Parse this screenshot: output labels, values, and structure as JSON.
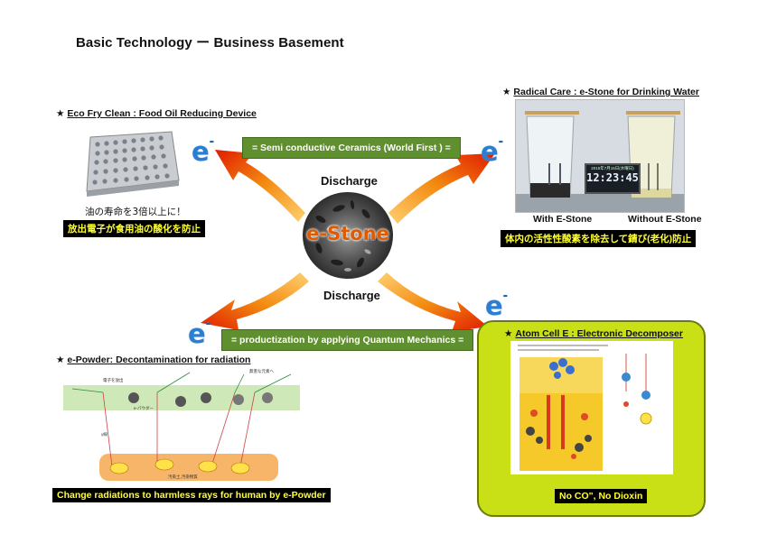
{
  "title": "Basic Technology  ー  Business Basement",
  "center": {
    "stone_label": "e-Stone",
    "discharge_top": "Discharge",
    "discharge_bottom": "Discharge"
  },
  "electron_symbol": "e",
  "electron_superscript": "-",
  "banners": {
    "top": "= Semi conductive Ceramics (World First ) =",
    "bottom": "= productization by applying Quantum Mechanics ="
  },
  "eco_fry": {
    "star": "★",
    "heading": "Eco Fry Clean : Food Oil Reducing Device",
    "jp_line": "油の寿命を3倍以上に！",
    "highlight": "放出電子が食用油の酸化を防止"
  },
  "radical_care": {
    "star": "★",
    "heading": "Radical Care : e-Stone for Drinking Water",
    "clock": "12:23:45",
    "clock_date": "2015年7月15日(水曜日)",
    "with_label": "With E-Stone",
    "without_label": "Without E-Stone",
    "highlight": "体内の活性性酸素を除去して錆び(老化)防止"
  },
  "e_powder": {
    "star": "★",
    "heading": "e-Powder: Decontamination for radiation",
    "diagram_labels": {
      "electron_release": "電子を放出",
      "powder": "e-パウダー",
      "harmless": "無害な元素へ",
      "soil": "汚染土,汚染物質",
      "ray_label": "γ線"
    },
    "highlight": "Change radiations to harmless rays for human by e-Powder"
  },
  "atom_cell": {
    "star": "★",
    "heading": "Atom Cell E : Electronic Decomposer",
    "highlight": "No CO\", No Dioxin"
  },
  "colors": {
    "arrow_orange": "#f07a10",
    "arrow_red": "#e01a00",
    "electron_blue": "#2c7fd0",
    "banner_green": "#5f8f2e",
    "atom_box": "#c8e015",
    "highlight_text": "#ffff33"
  }
}
